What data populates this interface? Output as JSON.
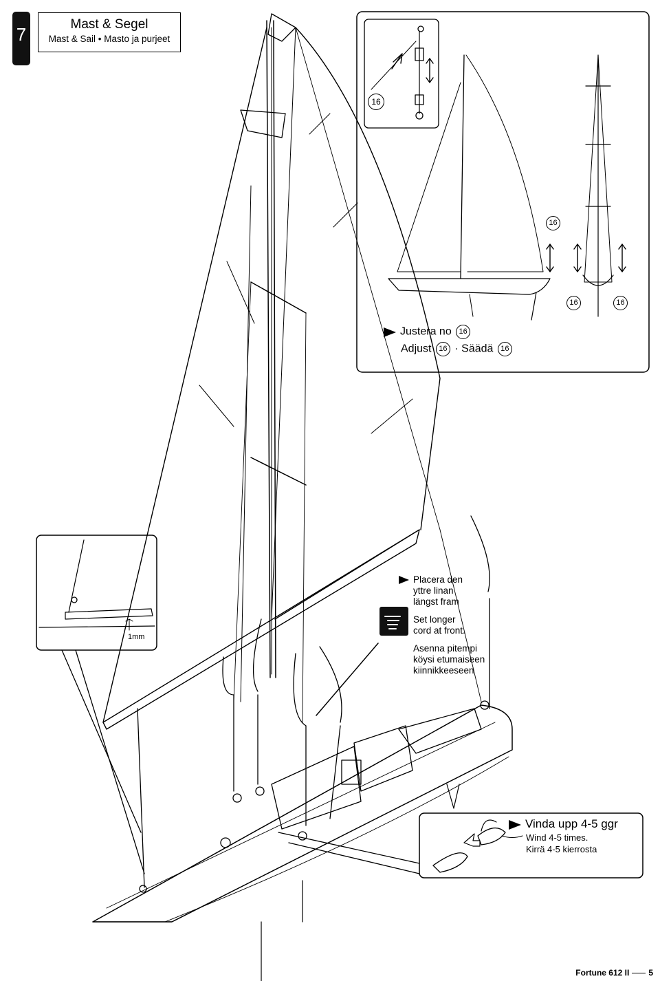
{
  "step": {
    "number": "7"
  },
  "title": {
    "main": "Mast & Segel",
    "sub": "Mast & Sail • Masto ja purjeet"
  },
  "adjust_panel": {
    "badge": "16",
    "line1_text": "Justera no",
    "line2_adjust": "Adjust",
    "line2_sep": "·",
    "line2_saadaa": "Säädä",
    "callouts": [
      "16",
      "16",
      "16"
    ]
  },
  "detail_inset": {
    "measure_label": "1mm"
  },
  "cord_note": {
    "sv": [
      "Placera den",
      "yttre linan",
      "längst fram"
    ],
    "en": [
      "Set longer",
      "cord at front."
    ],
    "fi": [
      "Asenna pitempi",
      "köysi etumaiseen",
      "kiinnikkeeseen"
    ]
  },
  "wind_note": {
    "sv": "Vinda upp 4-5 ggr",
    "en": "Wind 4-5 times.",
    "fi": "Kirrä 4-5 kierrosta"
  },
  "footer": {
    "product": "Fortune 612 II",
    "page": "5"
  },
  "icons": [
    "pointing-hand-icon",
    "arrow-right-icon",
    "double-arrow-icon"
  ]
}
